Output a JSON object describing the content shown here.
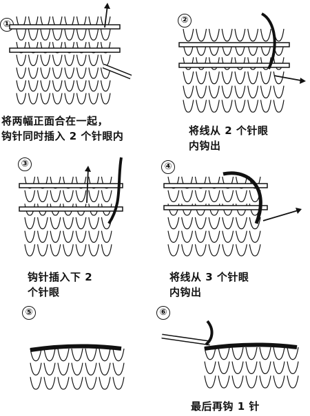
{
  "steps": [
    {
      "num": "①",
      "caption": [
        "将两幅正面合在一起，",
        "钩针同时插入 2 个针眼内"
      ]
    },
    {
      "num": "②",
      "caption": [
        "将线从 2 个针眼",
        "内钩出"
      ]
    },
    {
      "num": "③",
      "caption": [
        "钩针插入下 2",
        "个针眼"
      ]
    },
    {
      "num": "④",
      "caption": [
        "将线从 3 个针眼",
        "内钩出"
      ]
    },
    {
      "num": "⑤",
      "caption": []
    },
    {
      "num": "⑥",
      "caption": [
        "最后再钩 1 针"
      ]
    }
  ],
  "colors": {
    "ink": "#111111",
    "paper": "#ffffff",
    "yarn": "#555555"
  }
}
